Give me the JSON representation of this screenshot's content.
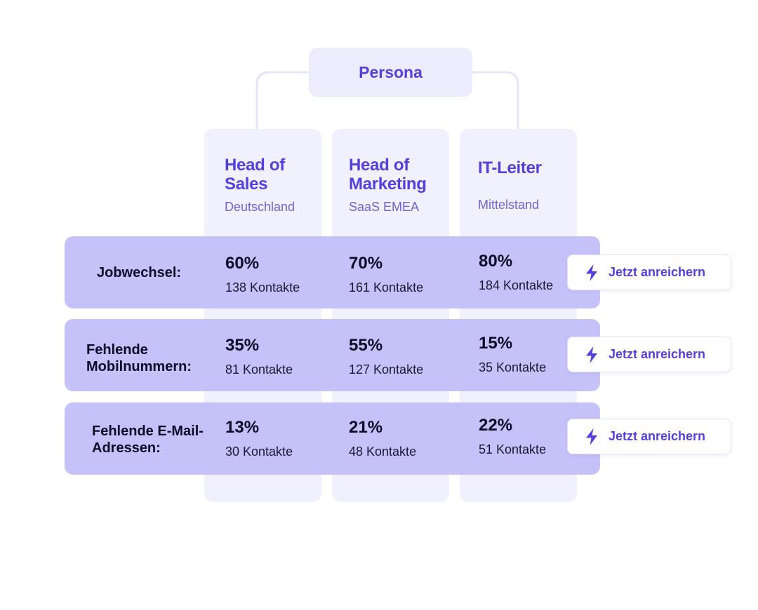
{
  "root": {
    "label": "Persona"
  },
  "personas": [
    {
      "title": "Head of Sales",
      "subtitle": "Deutschland"
    },
    {
      "title": "Head of Marketing",
      "subtitle": "SaaS EMEA"
    },
    {
      "title": "IT-Leiter",
      "subtitle": "Mittelstand"
    }
  ],
  "metrics": [
    {
      "label": "Jobwechsel:",
      "cells": [
        {
          "pct": "60%",
          "count": "138 Kontakte"
        },
        {
          "pct": "70%",
          "count": "161 Kontakte"
        },
        {
          "pct": "80%",
          "count": "184 Kontakte"
        }
      ],
      "action": "Jetzt anreichern"
    },
    {
      "label": "Fehlende Mobilnummern:",
      "cells": [
        {
          "pct": "35%",
          "count": "81 Kontakte"
        },
        {
          "pct": "55%",
          "count": "127 Kontakte"
        },
        {
          "pct": "15%",
          "count": "35 Kontakte"
        }
      ],
      "action": "Jetzt anreichern"
    },
    {
      "label": "Fehlende E-Mail-Adressen:",
      "cells": [
        {
          "pct": "13%",
          "count": "30 Kontakte"
        },
        {
          "pct": "21%",
          "count": "48 Kontakte"
        },
        {
          "pct": "22%",
          "count": "51 Kontakte"
        }
      ],
      "action": "Jetzt anreichern"
    }
  ],
  "icons": {
    "action": "lightning-bolt-icon"
  },
  "colors": {
    "accent": "#5441DD",
    "row_bg": "#C5C2FA",
    "column_bg": "#F0F0FE",
    "root_bg": "#ECECFD",
    "connector": "#E6E6FB"
  }
}
